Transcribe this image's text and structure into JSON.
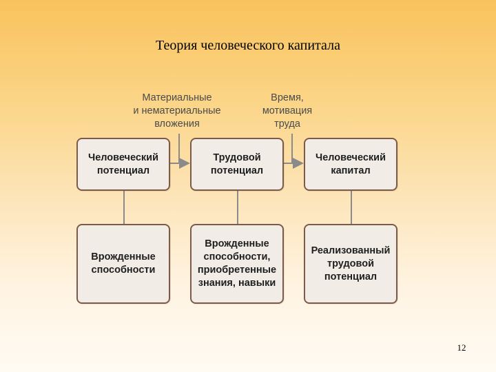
{
  "title": "Теория человеческого капитала",
  "page_number": "12",
  "labels": {
    "investments": "Материальные\nи нематериальные\nвложения",
    "time": "Время,\nмотивация\nтруда"
  },
  "boxes": {
    "human_potential": "Человеческий\nпотенциал",
    "labor_potential": "Трудовой\nпотенциал",
    "human_capital": "Человеческий\nкапитал",
    "innate_abilities": "Врожденные\nспособности",
    "acquired": "Врожденные\nспособности,\nприобретенные\nзнания, навыки",
    "realized": "Реализованный\nтрудовой\nпотенциал"
  },
  "colors": {
    "box_border": "#7d5a48",
    "box_fill": "#f1ece6",
    "connector": "#8a8a8a"
  }
}
